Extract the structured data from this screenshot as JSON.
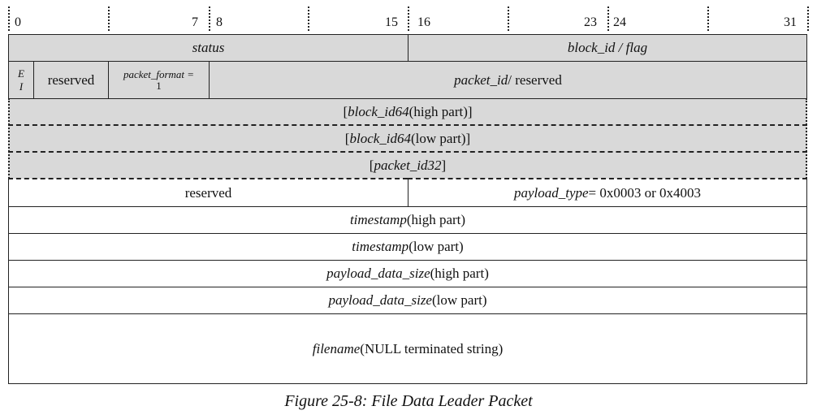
{
  "ruler": {
    "bits": [
      "0",
      "7",
      "8",
      "15",
      "16",
      "23",
      "24",
      "31"
    ]
  },
  "rows": {
    "status": "status",
    "block_id_flag": "block_id / flag",
    "ei_top": "E",
    "ei_bottom": "I",
    "reserved_small": "reserved",
    "packet_format": "packet_format =",
    "packet_format_value": "1",
    "packet_id_name": "packet_id",
    "packet_id_suffix": " / reserved",
    "block_id64_high_open": "[",
    "block_id64_high_name": "block_id64",
    "block_id64_high_suffix": " (high part)]",
    "block_id64_low_open": "[",
    "block_id64_low_name": "block_id64",
    "block_id64_low_suffix": " (low part)]",
    "packet_id32_open": "[",
    "packet_id32_name": "packet_id32",
    "packet_id32_close": "]",
    "reserved_half": "reserved",
    "payload_type_name": "payload_type",
    "payload_type_value": " = 0x0003 or 0x4003",
    "timestamp_high_name": "timestamp",
    "timestamp_high_suffix": " (high part)",
    "timestamp_low_name": "timestamp",
    "timestamp_low_suffix": " (low part)",
    "payload_size_high_name": "payload_data_size",
    "payload_size_high_suffix": " (high part)",
    "payload_size_low_name": "payload_data_size",
    "payload_size_low_suffix": " (low part)",
    "filename_name": "filename",
    "filename_suffix": " (NULL terminated string)"
  },
  "caption": "Figure 25-8: File Data Leader Packet",
  "colors": {
    "shaded": "#d9d9d9",
    "line": "#222222"
  }
}
